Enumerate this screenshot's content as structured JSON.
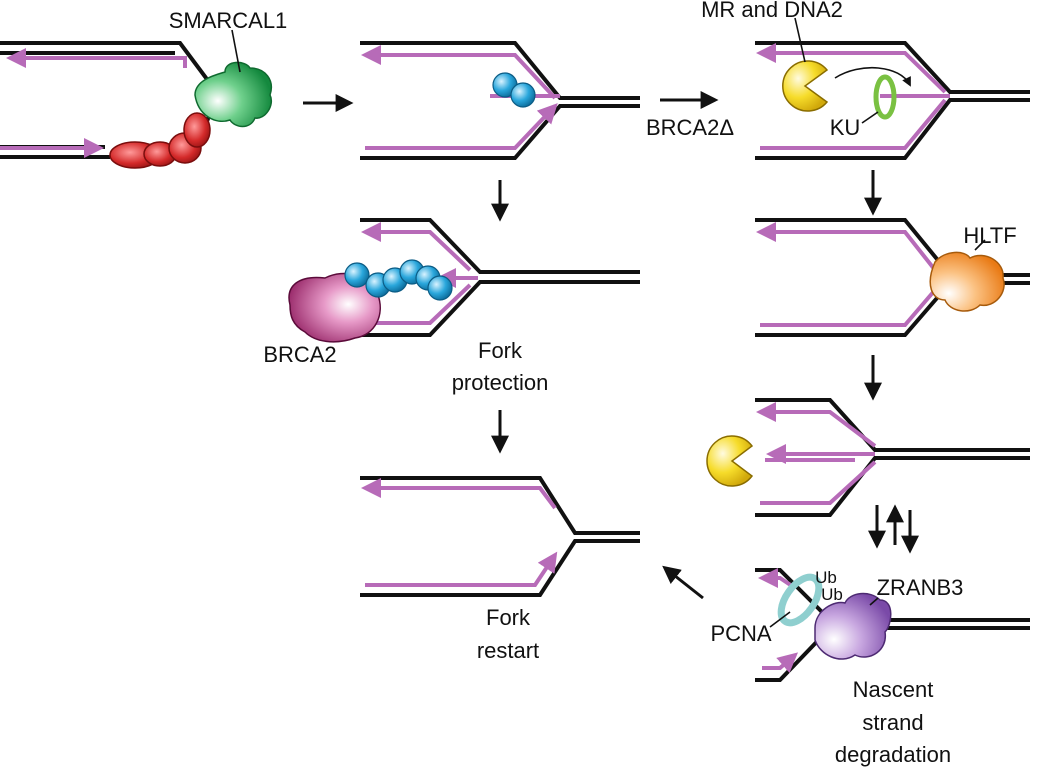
{
  "labels": {
    "smarcal1": "SMARCAL1",
    "mr_dna2": "MR and DNA2",
    "brca2_delta": "BRCA2Δ",
    "ku": "KU",
    "hltf": "HLTF",
    "brca2": "BRCA2",
    "fork_protection": [
      "Fork",
      "protection"
    ],
    "fork_restart": [
      "Fork",
      "restart"
    ],
    "pcna": "PCNA",
    "ub1": "Ub",
    "ub2": "Ub",
    "zranb3": "ZRANB3",
    "nascent_degradation": [
      "Nascent",
      "strand",
      "degradation"
    ]
  },
  "colors": {
    "dna": "#111111",
    "nascent": "#b76bb8",
    "smarcal1": "#2aa55a",
    "rpa": "#d42a2a",
    "rad51": "#2aa7dc",
    "brca2": "#a51f6e",
    "mre11_dna2": "#f2d21b",
    "ku": "#7ac142",
    "hltf": "#f39a3c",
    "zranb3": "#9b6bc0",
    "pcna": "#8fcfcf"
  }
}
